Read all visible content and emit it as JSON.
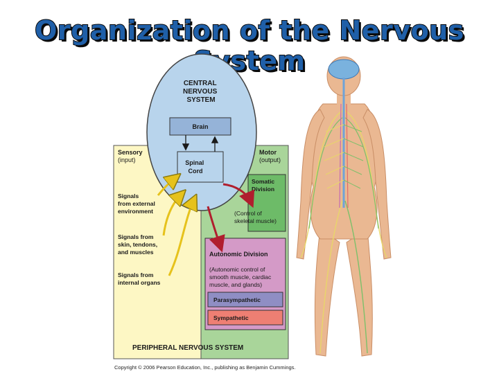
{
  "title": "Organization of the Nervous System",
  "cns": {
    "title_lines": [
      "CENTRAL",
      "NERVOUS",
      "SYSTEM"
    ],
    "brain": "Brain",
    "spinal_cord_lines": [
      "Spinal",
      "Cord"
    ]
  },
  "sensory": {
    "heading": "Sensory",
    "sub": "(input)",
    "signals": [
      [
        "Signals",
        "from external",
        "environment"
      ],
      [
        "Signals from",
        "skin, tendons,",
        "and muscles"
      ],
      [
        "Signals from",
        "internal organs"
      ]
    ]
  },
  "motor": {
    "heading": "Motor",
    "sub": "(output)"
  },
  "somatic": {
    "title_lines": [
      "Somatic",
      "Division"
    ],
    "desc_lines": [
      "(Control of",
      "skeletal muscle)"
    ]
  },
  "autonomic": {
    "title": "Autonomic Division",
    "desc_lines": [
      "(Autonomic control of",
      "smooth muscle, cardiac",
      "muscle, and glands)"
    ],
    "parasympathetic": "Parasympathetic",
    "sympathetic": "Sympathetic"
  },
  "pns_label": "PERIPHERAL NERVOUS SYSTEM",
  "copyright": "Copyright © 2006 Pearson Education, Inc., publishing as Benjamin Cummings.",
  "colors": {
    "title_fill": "#1f5fa8",
    "cns": "#b8d4ec",
    "sensory": "#fdf7c4",
    "motor": "#a9d59a",
    "somatic": "#6dbb68",
    "autonomic": "#d49ac7",
    "parasympathetic": "#8f8ec4",
    "sympathetic": "#ee7f73",
    "skin": "#eab892"
  }
}
